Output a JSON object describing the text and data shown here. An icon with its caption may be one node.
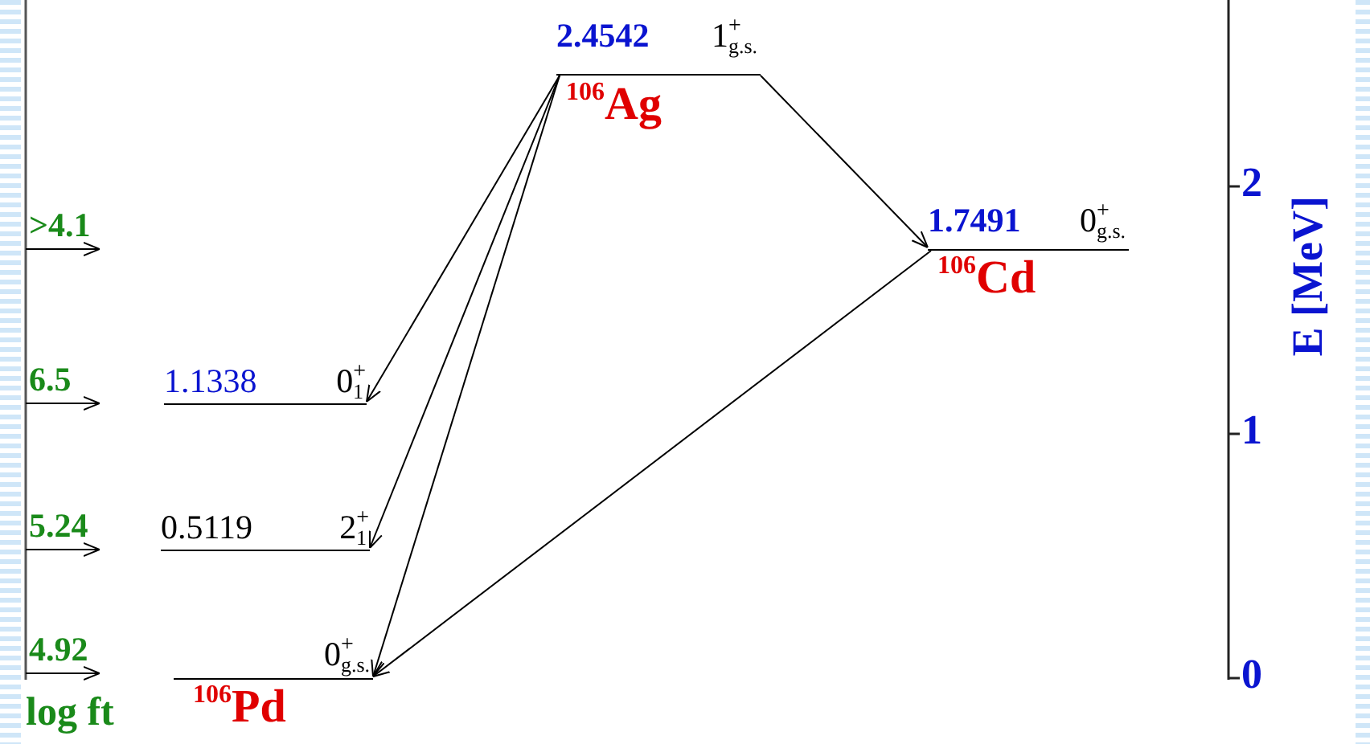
{
  "diagram": {
    "nodes": [
      {
        "text": [
          "2.4542",
          "1$^{+}$$_{g.s.}$"
        ],
        "beside": [
          "$^{106}$Ag"
        ]
      },
      {
        "text": [
          "1.7491",
          "0$^{+}$$_{g.s.}$"
        ],
        "beside": [
          "$^{106}$Cd"
        ]
      },
      {
        "text": [
          "1.1338",
          "0$^{+}$$_{1}$"
        ]
      },
      {
        "text": [
          "0.5119",
          "2$^{+}$$_{1}$"
        ]
      },
      {
        "text": [
          "0$^{+}$$_{g.s.}$"
        ],
        "beside": [
          "$^{106}$Pd"
        ]
      }
    ],
    "edges": [
      {
        "from": 0,
        "to": 1,
        "arrow": "to"
      },
      {
        "from": 0,
        "to": 2,
        "arrow": "to"
      },
      {
        "from": 0,
        "to": 3,
        "arrow": "to"
      },
      {
        "from": 0,
        "to": 4,
        "arrow": "to"
      },
      {
        "from": 1,
        "to": 4,
        "arrow": "to"
      }
    ],
    "labels": [
      ">4.1",
      "6.5",
      "5.24",
      "4.92",
      "log ft",
      "2",
      "1",
      "0",
      "E [MeV]"
    ]
  }
}
